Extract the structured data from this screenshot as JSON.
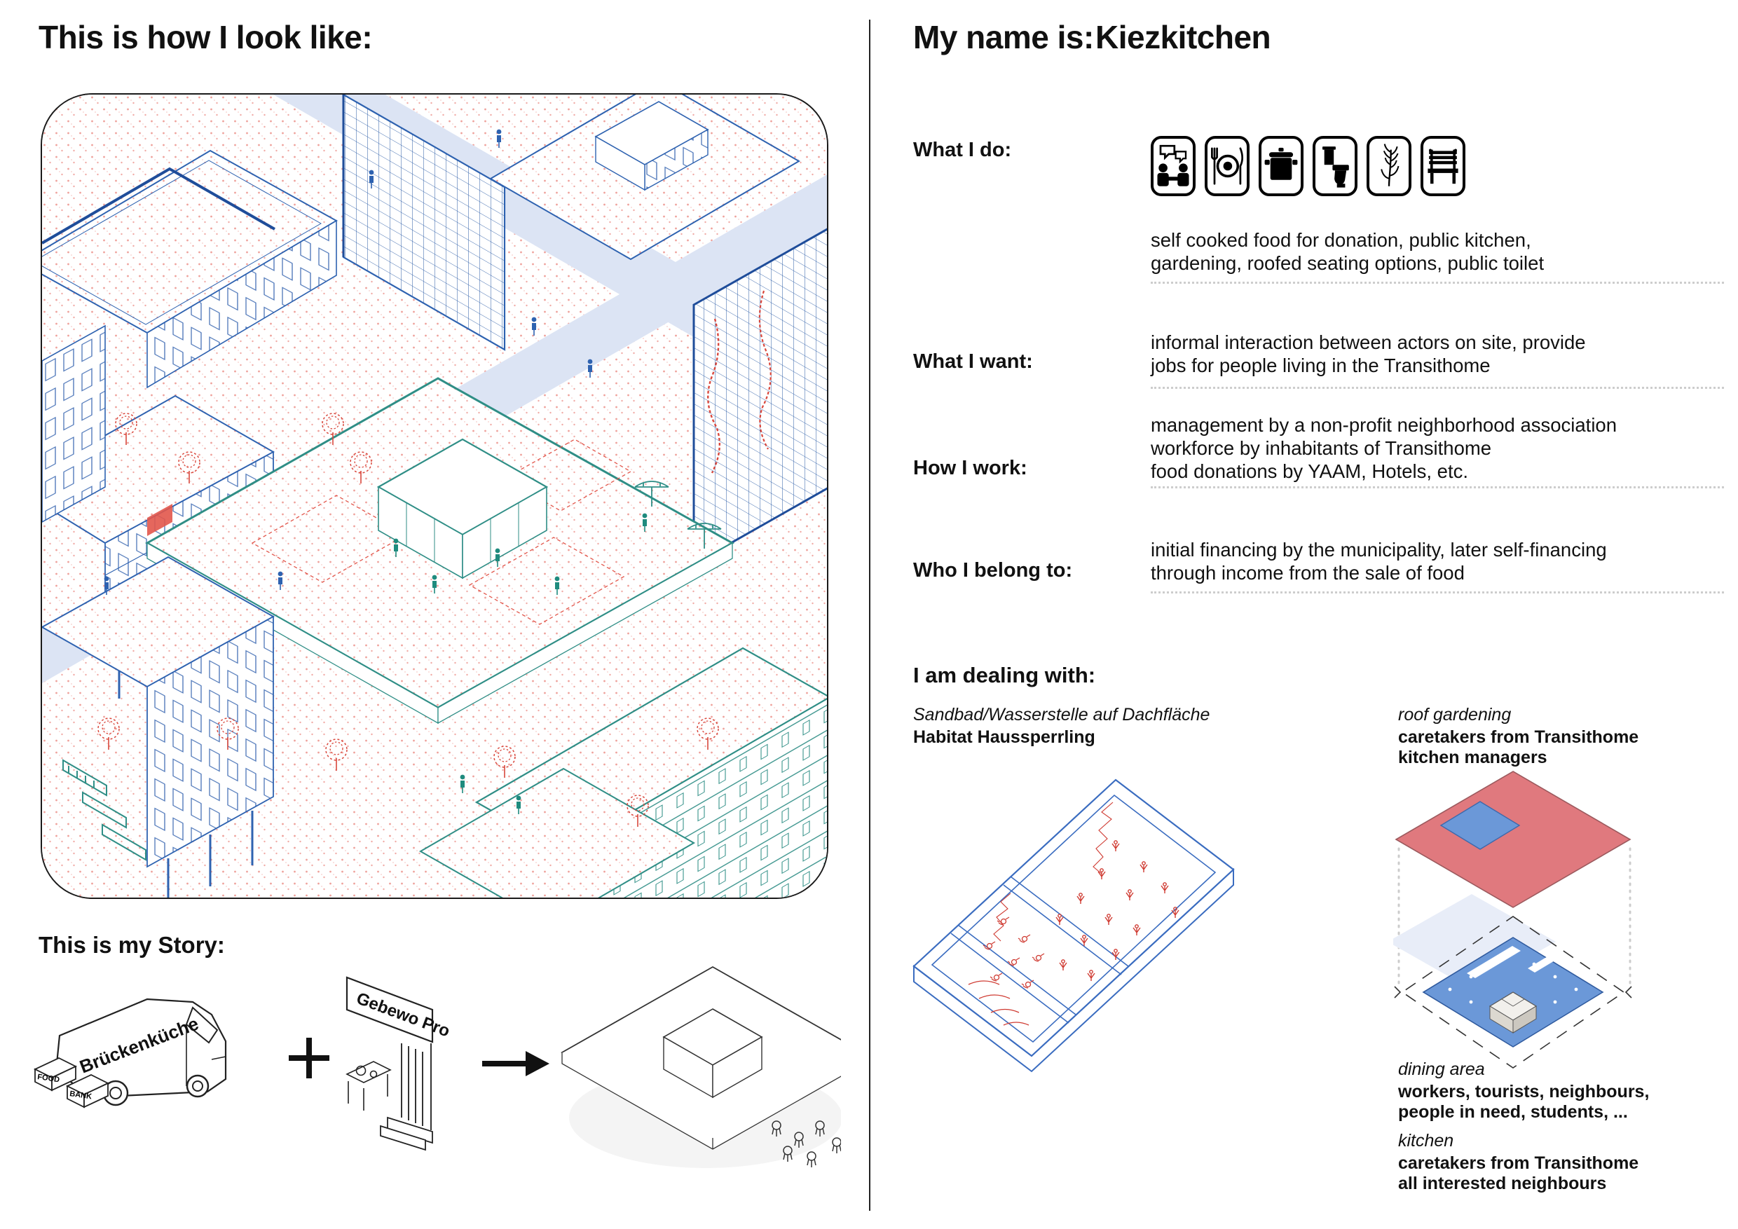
{
  "left": {
    "heading": "This is how I look like:",
    "story_heading": "This is my Story:",
    "story": {
      "van_label": "Brückenküche",
      "box_food": "FOOD",
      "box_bank": "BANK",
      "sign_label": "Gebewo Pro",
      "plus_symbol": "+",
      "arrow_symbol": "→"
    }
  },
  "right": {
    "name_label": "My name is:",
    "name_value": "Kiezkitchen",
    "what_i_do": {
      "label": "What I do:",
      "icons": [
        "conversation-icon",
        "dining-icon",
        "cooking-pot-icon",
        "toilet-icon",
        "plant-icon",
        "bench-icon"
      ],
      "text": "self cooked food for donation, public kitchen,\ngardening, roofed seating options, public toilet"
    },
    "what_i_want": {
      "label": "What I want:",
      "text": "informal interaction between actors on site, provide\njobs for people living in the Transithome"
    },
    "how_i_work": {
      "label": "How I work:",
      "text": "management by a non-profit neighborhood association\nworkforce by inhabitants of Transithome\nfood donations by YAAM, Hotels, etc."
    },
    "who_i_belong_to": {
      "label": "Who I belong to:",
      "text": "initial financing by the municipality, later self-financing\nthrough income from the sale of food"
    },
    "dealing_heading": "I am dealing with:",
    "captions": {
      "sandbath_italic": "Sandbad/Wasserstelle auf Dachfläche",
      "sandbath_bold": "Habitat Haussperrling",
      "roof_italic": "roof gardening",
      "roof_bold": "caretakers from Transithome\nkitchen managers",
      "dining_italic": "dining area",
      "dining_bold": "workers, tourists, neighbours,\npeople in need, students, ...",
      "kitchen_italic": "kitchen",
      "kitchen_bold": "caretakers from Transithome\nall interested neighbours"
    }
  },
  "colors": {
    "line_blue": "#2e62b0",
    "dark_blue": "#1f4d9a",
    "teal": "#2f8e86",
    "sketch_red": "#d9473c",
    "street_blue": "#dce4f4",
    "roof_red_fill": "#e0797e",
    "plan_blue_fill": "#6b98d8",
    "pale_blue": "#e8edf8"
  }
}
